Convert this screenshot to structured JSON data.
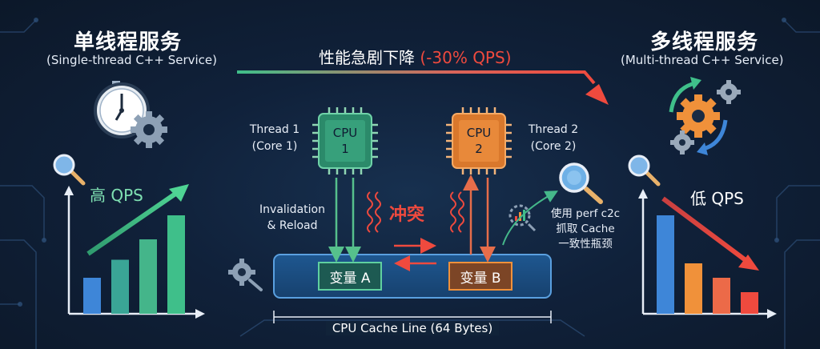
{
  "left": {
    "title": "单线程服务",
    "subtitle": "(Single-thread C++ Service)",
    "qps_label": "高 QPS",
    "bars": [
      0.3,
      0.45,
      0.62,
      0.82
    ]
  },
  "right": {
    "title": "多线程服务",
    "subtitle": "(Multi-thread C++ Service)",
    "qps_label": "低 QPS",
    "bars": [
      0.82,
      0.42,
      0.3,
      0.18
    ]
  },
  "top_arrow": {
    "text": "性能急剧下降",
    "highlight": "(-30% QPS)"
  },
  "threads": {
    "thread1_line1": "Thread 1",
    "thread1_line2": "(Core 1)",
    "cpu1_line1": "CPU",
    "cpu1_line2": "1",
    "thread2_line1": "Thread 2",
    "thread2_line2": "(Core 2)",
    "cpu2_line1": "CPU",
    "cpu2_line2": "2"
  },
  "middle": {
    "invalidation_line1": "Invalidation",
    "invalidation_line2": "& Reload",
    "conflict": "冲突",
    "perf_line1": "使用 perf c2c",
    "perf_line2": "抓取 Cache",
    "perf_line3": "一致性瓶颈"
  },
  "cache": {
    "var_a": "变量 A",
    "var_b": "变量 B",
    "line_label": "CPU Cache Line (64 Bytes)"
  },
  "colors": {
    "green": "#3fbf8a",
    "orange": "#f0913a",
    "red": "#ef4a3e",
    "blue": "#3e86d8",
    "cyan": "#56b4e6"
  }
}
